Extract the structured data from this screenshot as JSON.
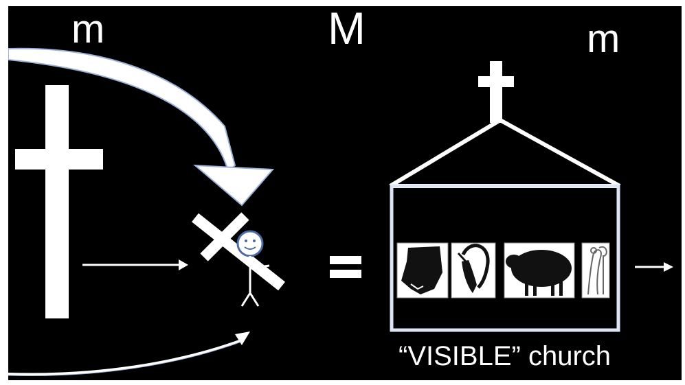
{
  "labels": {
    "m_left": "m",
    "M_center": "M",
    "m_right": "m",
    "equals": "=",
    "visible_church": "“VISIBLE” church"
  },
  "church_members": [
    "wolf-icon",
    "goat-icon",
    "sheep-icon",
    "shepherd-icon"
  ],
  "colors": {
    "background": "#000000",
    "foreground": "#ffffff",
    "outline_blue": "#9fb0d8"
  }
}
